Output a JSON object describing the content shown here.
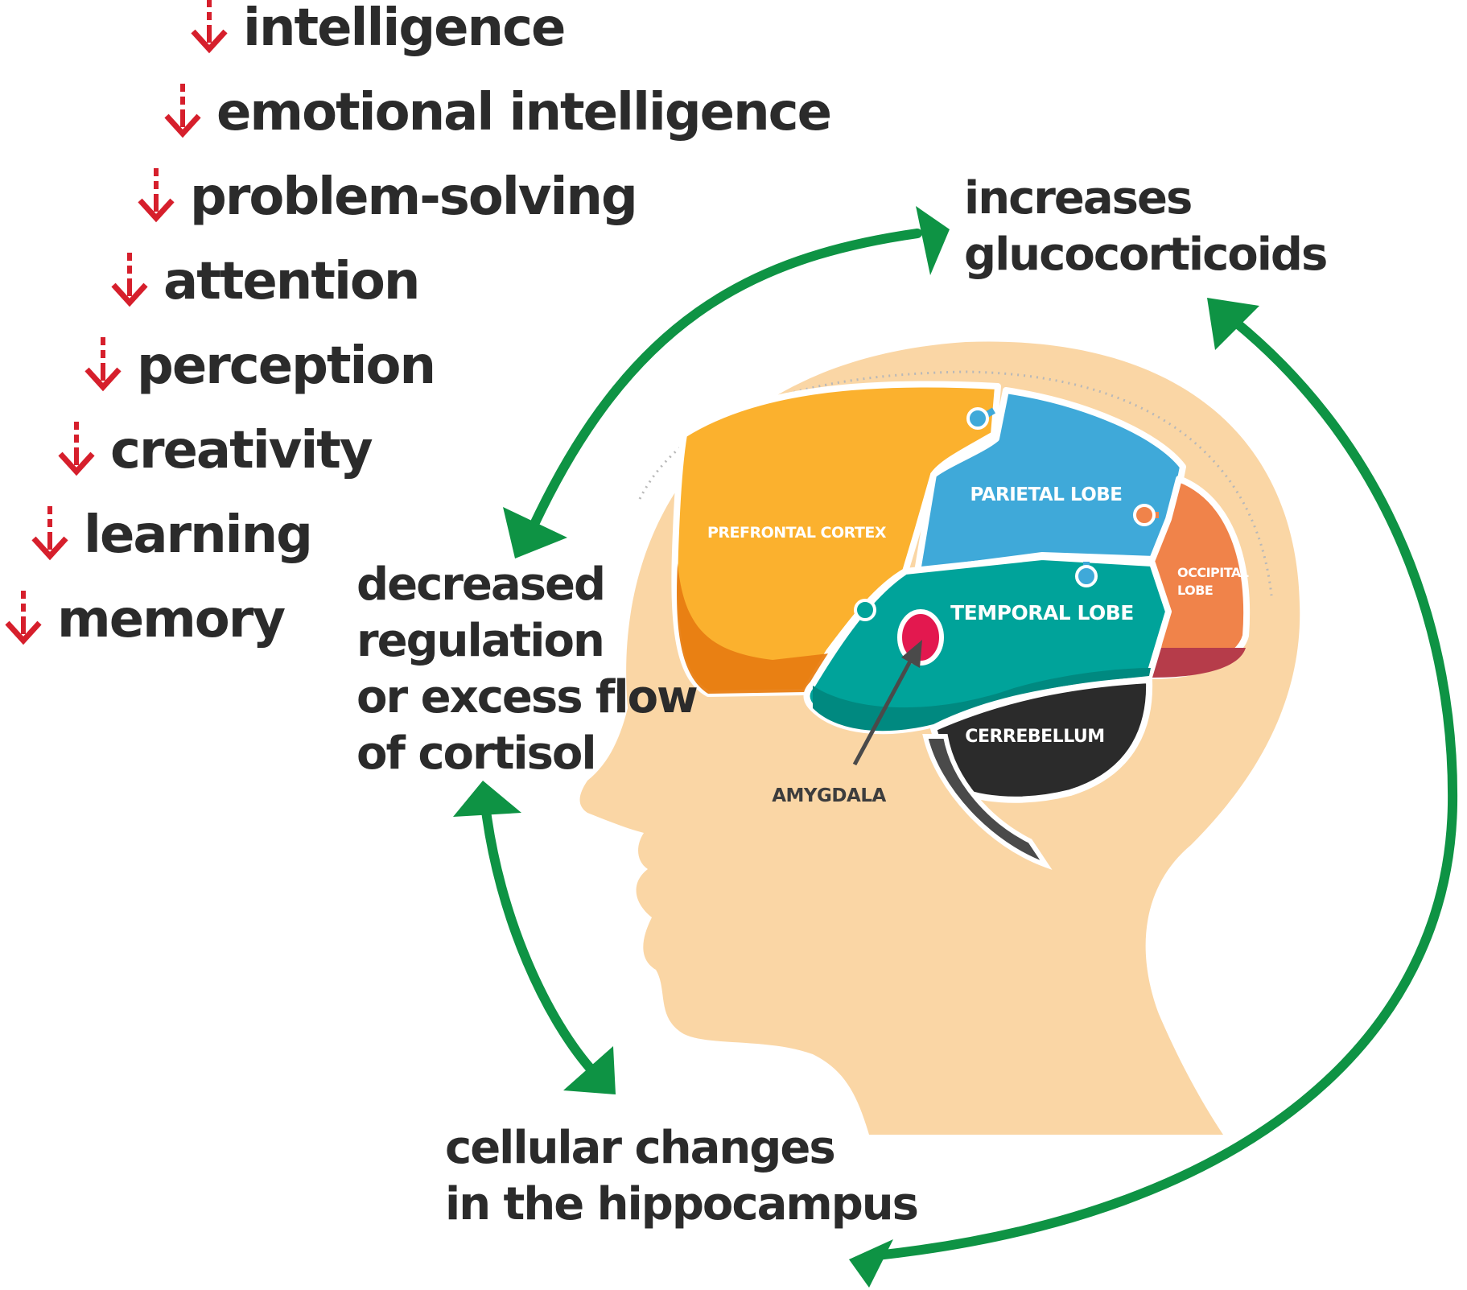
{
  "effects": {
    "label_color": "#2b2b2b",
    "arrow_color": "#d61f2c",
    "arrow_icon": "dashed-down-arrow-icon",
    "items": [
      {
        "label": "intelligence"
      },
      {
        "label": "emotional intelligence"
      },
      {
        "label": "problem-solving"
      },
      {
        "label": "attention"
      },
      {
        "label": "perception"
      },
      {
        "label": "creativity"
      },
      {
        "label": "learning"
      },
      {
        "label": "memory"
      }
    ]
  },
  "cycle": {
    "arrow_color": "#0e9344",
    "glucocorticoids": [
      "increases",
      "glucocorticoids"
    ],
    "cortisol": [
      "decreased",
      "regulation",
      "or excess flow",
      "of cortisol"
    ],
    "hippocampus": [
      "cellular changes",
      "in the hippocampus"
    ]
  },
  "head": {
    "skin_color": "#fad6a5",
    "regions": [
      {
        "id": "prefrontal",
        "label": "PREFRONTAL CORTEX",
        "color": "#fbb12e"
      },
      {
        "id": "parietal",
        "label": "PARIETAL LOBE",
        "color": "#3fa9d9"
      },
      {
        "id": "occipital",
        "label_lines": [
          "OCCIPITAL",
          "LOBE"
        ],
        "color": "#f0834a"
      },
      {
        "id": "temporal",
        "label": "TEMPORAL LOBE",
        "color": "#00a39a"
      },
      {
        "id": "cerebellum",
        "label": "CERREBELLUM",
        "color": "#2b2b2b"
      },
      {
        "id": "amygdala",
        "label": "AMYGDALA",
        "color": "#e3184f"
      }
    ]
  }
}
